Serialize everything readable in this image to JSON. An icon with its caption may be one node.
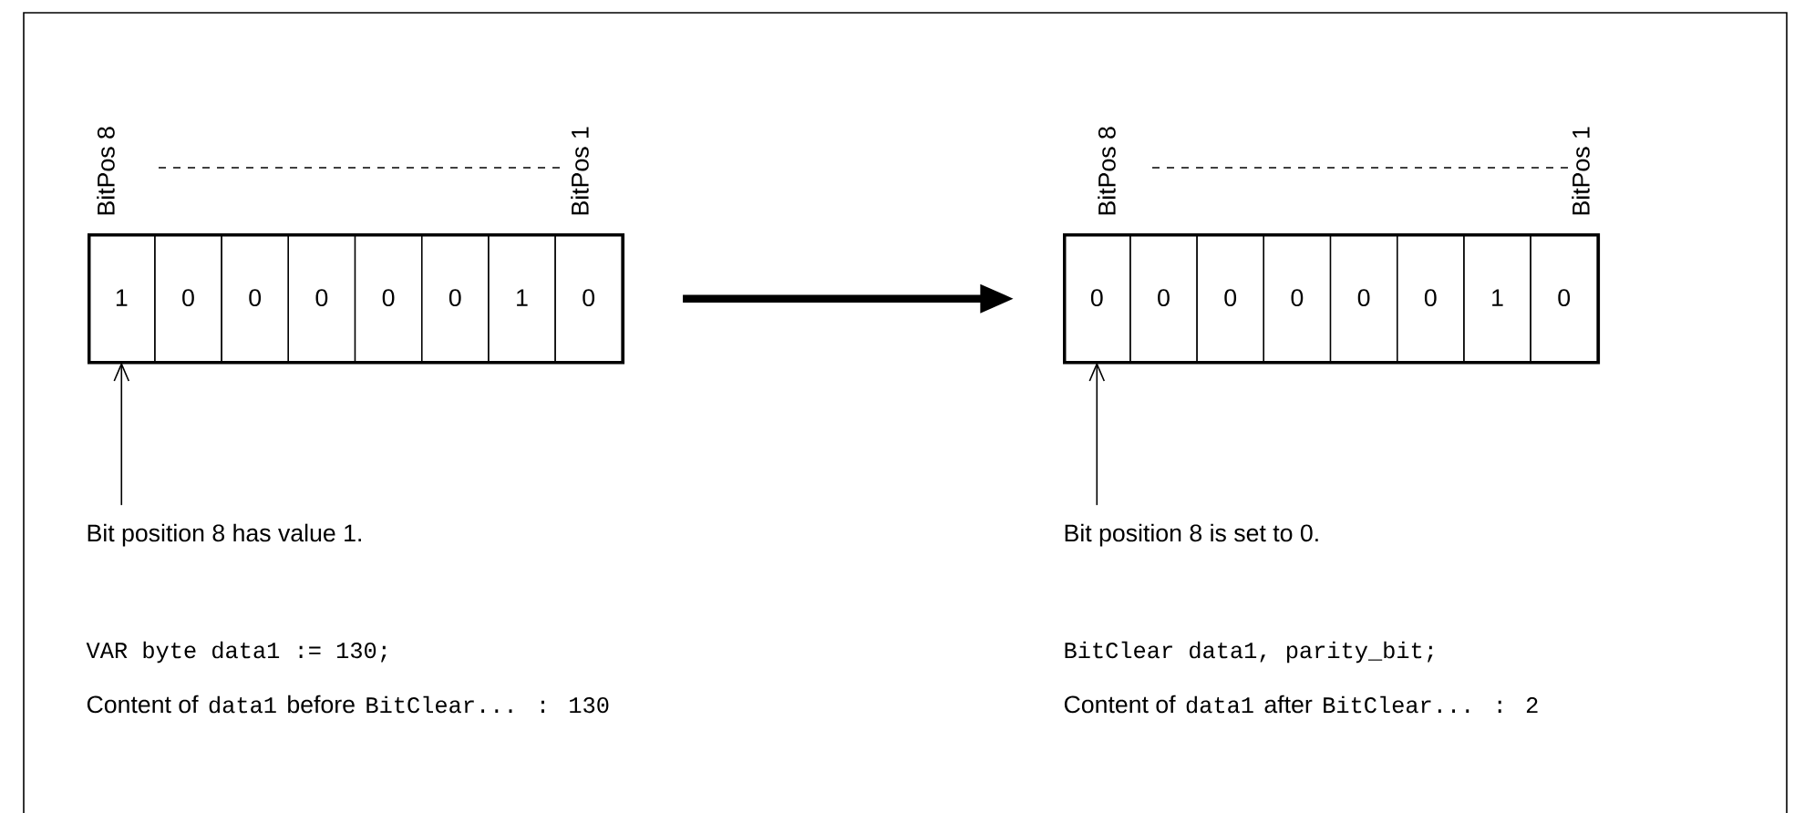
{
  "diagram": {
    "nodes": [
      {
        "text": [],
        "shape": "box"
      },
      {
        "text": [
          "1"
        ],
        "in": 0
      },
      {
        "text": [
          "0"
        ],
        "in": 0
      },
      {
        "text": [
          "0"
        ],
        "in": 0
      },
      {
        "text": [
          "0"
        ],
        "in": 0
      },
      {
        "text": [
          "0"
        ],
        "in": 0
      },
      {
        "text": [
          "0"
        ],
        "in": 0
      },
      {
        "text": [
          "1"
        ],
        "in": 0
      },
      {
        "text": [
          "0"
        ],
        "in": 0
      },
      {
        "text": [],
        "shape": "box"
      },
      {
        "text": [
          "0"
        ],
        "in": 9
      },
      {
        "text": [
          "0"
        ],
        "in": 9
      },
      {
        "text": [
          "0"
        ],
        "in": 9
      },
      {
        "text": [
          "0"
        ],
        "in": 9
      },
      {
        "text": [
          "0"
        ],
        "in": 9
      },
      {
        "text": [
          "0"
        ],
        "in": 9
      },
      {
        "text": [
          "1"
        ],
        "in": 9
      },
      {
        "text": [
          "0"
        ],
        "in": 9
      },
      {
        "text": [
          "Bit position 8 has value 1."
        ]
      },
      {
        "text": [
          "Bit position 8 is set to 0."
        ]
      }
    ],
    "edges": [
      {
        "from": 0,
        "to": 9,
        "arrow": "to",
        "style": "thick"
      },
      {
        "from": 18,
        "to": 1,
        "arrow": "to"
      },
      {
        "from": 19,
        "to": 10,
        "arrow": "to"
      }
    ],
    "labels": [
      "BitPos 8",
      "BitPos 1",
      "BitPos 8",
      "BitPos 1",
      "VAR byte data1 := 130;",
      "BitClear data1, parity_bit;",
      "Content of",
      "data1",
      "before",
      "BitClear... : 130",
      "Content of",
      "data1",
      "after",
      "BitClear... : 2"
    ]
  }
}
